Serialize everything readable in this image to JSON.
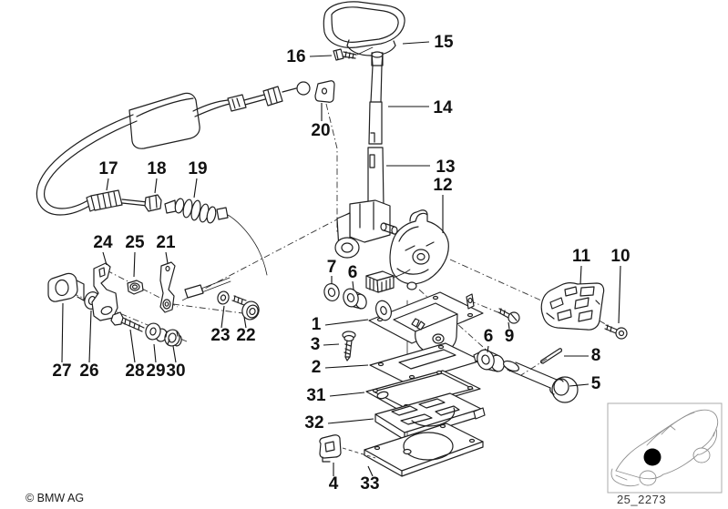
{
  "diagram": {
    "copyright": "© BMW AG",
    "code": "25_2273",
    "colors": {
      "ink": "#1a1a1a",
      "background": "#ffffff",
      "thumbnail_border": "#ababab",
      "locator_dot": "#000000"
    },
    "callouts": [
      {
        "number": "15"
      },
      {
        "number": "16"
      },
      {
        "number": "14"
      },
      {
        "number": "20"
      },
      {
        "number": "13"
      },
      {
        "number": "12"
      },
      {
        "number": "17"
      },
      {
        "number": "18"
      },
      {
        "number": "19"
      },
      {
        "number": "24"
      },
      {
        "number": "25"
      },
      {
        "number": "21"
      },
      {
        "number": "23"
      },
      {
        "number": "22"
      },
      {
        "number": "27"
      },
      {
        "number": "26"
      },
      {
        "number": "28"
      },
      {
        "number": "29"
      },
      {
        "number": "30"
      },
      {
        "number": "7"
      },
      {
        "number": "6"
      },
      {
        "number": "1"
      },
      {
        "number": "3"
      },
      {
        "number": "2"
      },
      {
        "number": "31"
      },
      {
        "number": "32"
      },
      {
        "number": "4"
      },
      {
        "number": "33"
      },
      {
        "number": "11"
      },
      {
        "number": "10"
      },
      {
        "number": "9"
      },
      {
        "number": "6"
      },
      {
        "number": "8"
      },
      {
        "number": "5"
      }
    ]
  }
}
